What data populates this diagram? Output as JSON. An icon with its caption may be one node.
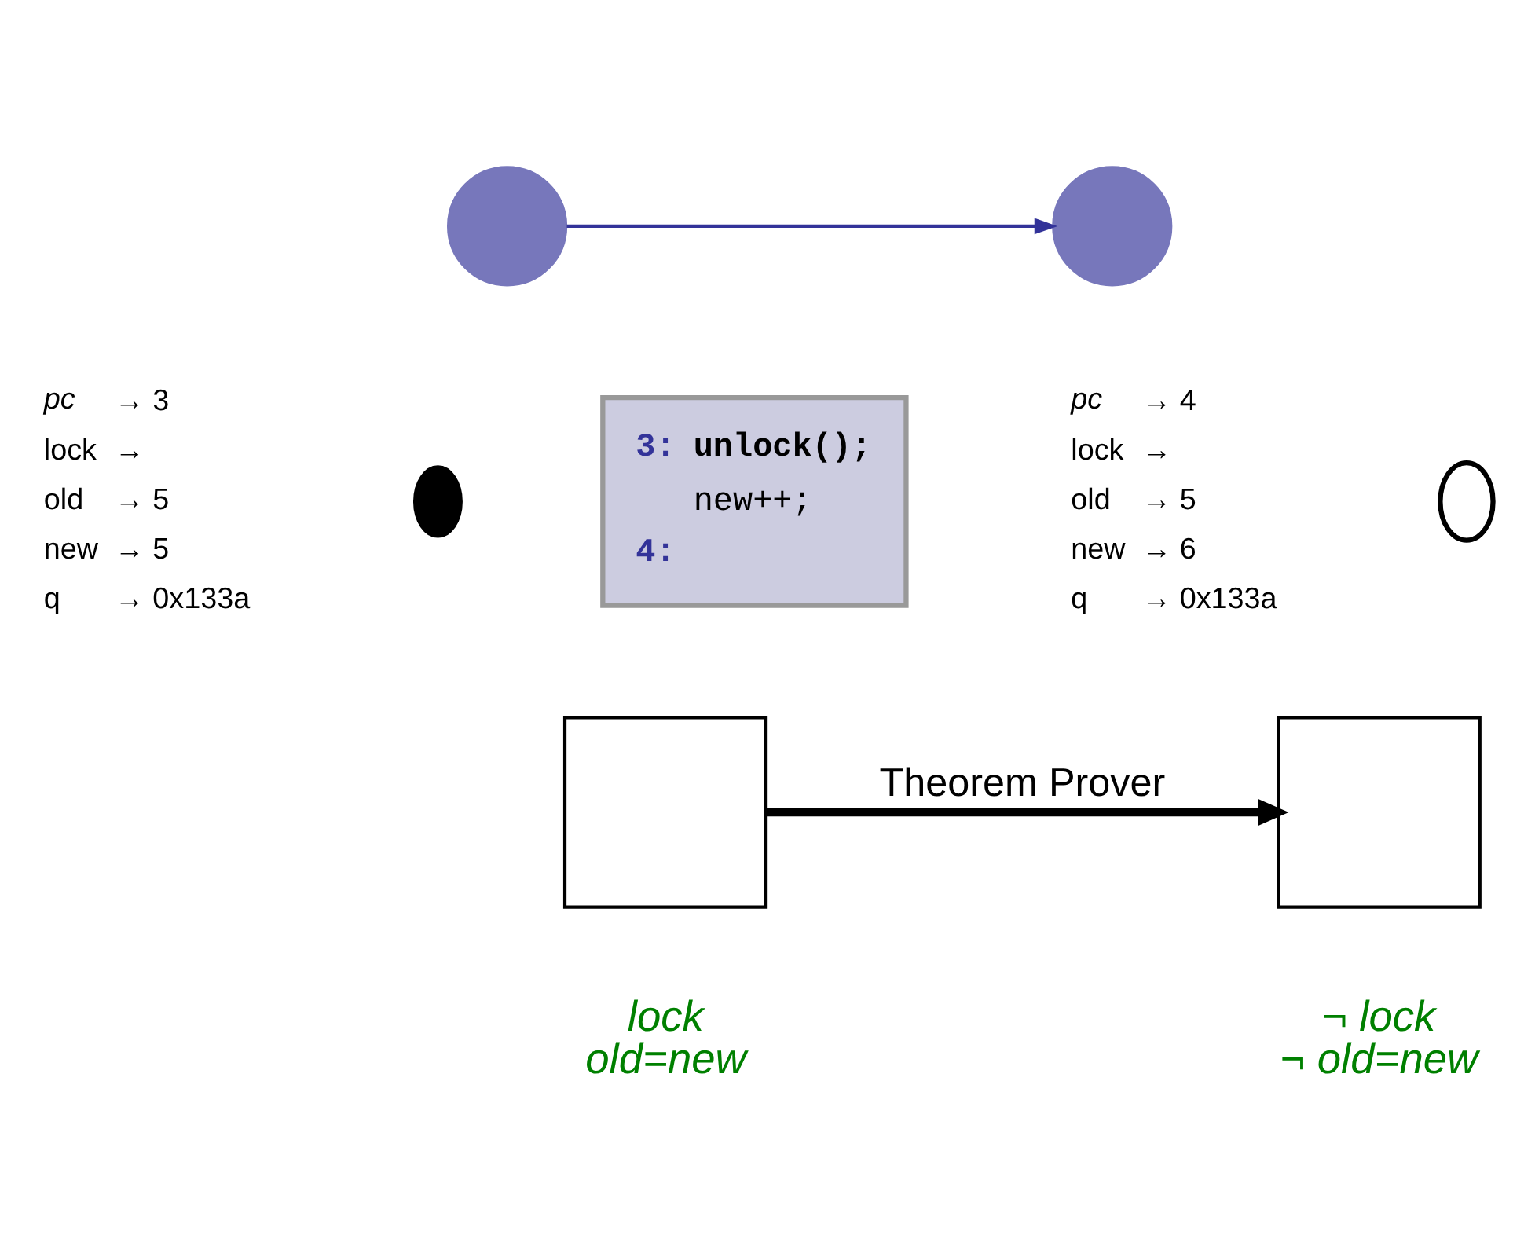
{
  "diagram": {
    "nodes": [
      {
        "text": [],
        "shape": "circle"
      },
      {
        "text": [],
        "shape": "circle"
      },
      {
        "text": [],
        "shape": "ellipse"
      },
      {
        "text": [
          "3:",
          "unlock();",
          "new++;",
          "4:"
        ]
      },
      {
        "text": [],
        "shape": "ellipse"
      },
      {
        "text": [],
        "shape": "box",
        "beside": [
          "lock",
          "old=new"
        ]
      },
      {
        "text": [],
        "shape": "box",
        "beside": [
          "¬ lock",
          "¬ old=new"
        ]
      }
    ],
    "edges": [
      {
        "from": 0,
        "to": 1,
        "arrow": "to",
        "color": "#333399"
      },
      {
        "from": 5,
        "to": 6,
        "arrow": "to",
        "label": "Theorem Prover",
        "style": "thick",
        "color": "#000000"
      }
    ],
    "labels": [
      "pc",
      "→ 3",
      "lock",
      "→",
      "old",
      "→ 5",
      "new",
      "→ 5",
      "q",
      "→ 0x133a",
      "pc",
      "→ 4",
      "lock",
      "→",
      "old",
      "→ 5",
      "new",
      "→ 6",
      "q",
      "→ 0x133a"
    ]
  }
}
